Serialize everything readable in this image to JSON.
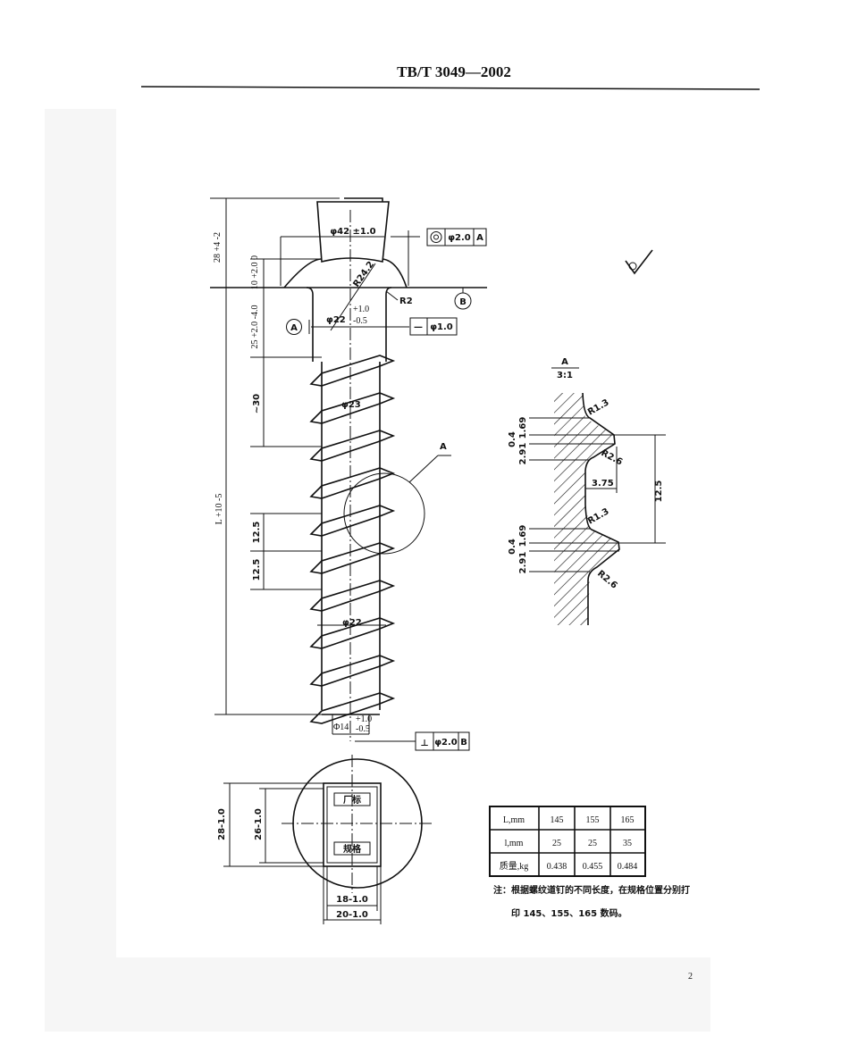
{
  "header": {
    "standard_no": "TB/T 3049—2002"
  },
  "page_number": "2",
  "drawing": {
    "head_diameter": "φ42 ±1.0",
    "head_radius": "R24.2",
    "fillet_radius": "R2",
    "shank_diameter": "φ22",
    "shank_tol_upper": "+1.0",
    "shank_tol_lower": "-0.5",
    "thread_major": "φ23",
    "thread_root_diameter": "φ22",
    "tip_diameter": "Φ14",
    "tip_tol_upper": "+1.0",
    "tip_tol_lower": "-0.5",
    "dim_total_head": "28 +4 -2",
    "dim_head_height": "10 +2.0 0",
    "dim_shank_len": "25 +2.0 -4.0",
    "dim_thread_start": "~30",
    "dim_pitch_1": "12.5",
    "dim_pitch_2": "12.5",
    "dim_length": "L +10 -5",
    "datum_a": "A",
    "datum_b": "B",
    "fcf_concentricity": {
      "symbol": "◎",
      "value": "φ2.0",
      "datum": "A"
    },
    "fcf_straightness": {
      "symbol": "—",
      "value": "φ1.0"
    },
    "fcf_perpendicularity": {
      "symbol": "⊥",
      "value": "φ2.0",
      "datum": "B"
    },
    "detail_callout": "A",
    "surface_symbol": "√"
  },
  "detail_view": {
    "label": "A",
    "scale": "3:1",
    "r_top_1": "R1.3",
    "r_bottom_1": "R2.6",
    "r_top_2": "R1.3",
    "r_bottom_2": "R2.6",
    "d_169_1": "1.69",
    "d_04_1": "0.4",
    "d_291_1": "2.91",
    "d_169_2": "1.69",
    "d_04_2": "0.4",
    "d_291_2": "2.91",
    "flat": "3.75",
    "pitch": "12.5"
  },
  "bottom_view": {
    "mark_top": "厂标",
    "mark_bottom": "规格",
    "dim_outer_h": "28-1.0",
    "dim_inner_h": "26-1.0",
    "dim_inner_w": "18-1.0",
    "dim_outer_w": "20-1.0"
  },
  "table": {
    "rows": [
      [
        "L,mm",
        "145",
        "155",
        "165"
      ],
      [
        "l,mm",
        "25",
        "25",
        "35"
      ],
      [
        "质量,kg",
        "0.438",
        "0.455",
        "0.484"
      ]
    ]
  },
  "note": {
    "line1": "注：根据螺纹道钉的不同长度，在规格位置分别打",
    "line2": "印 145、155、165 数码。"
  }
}
